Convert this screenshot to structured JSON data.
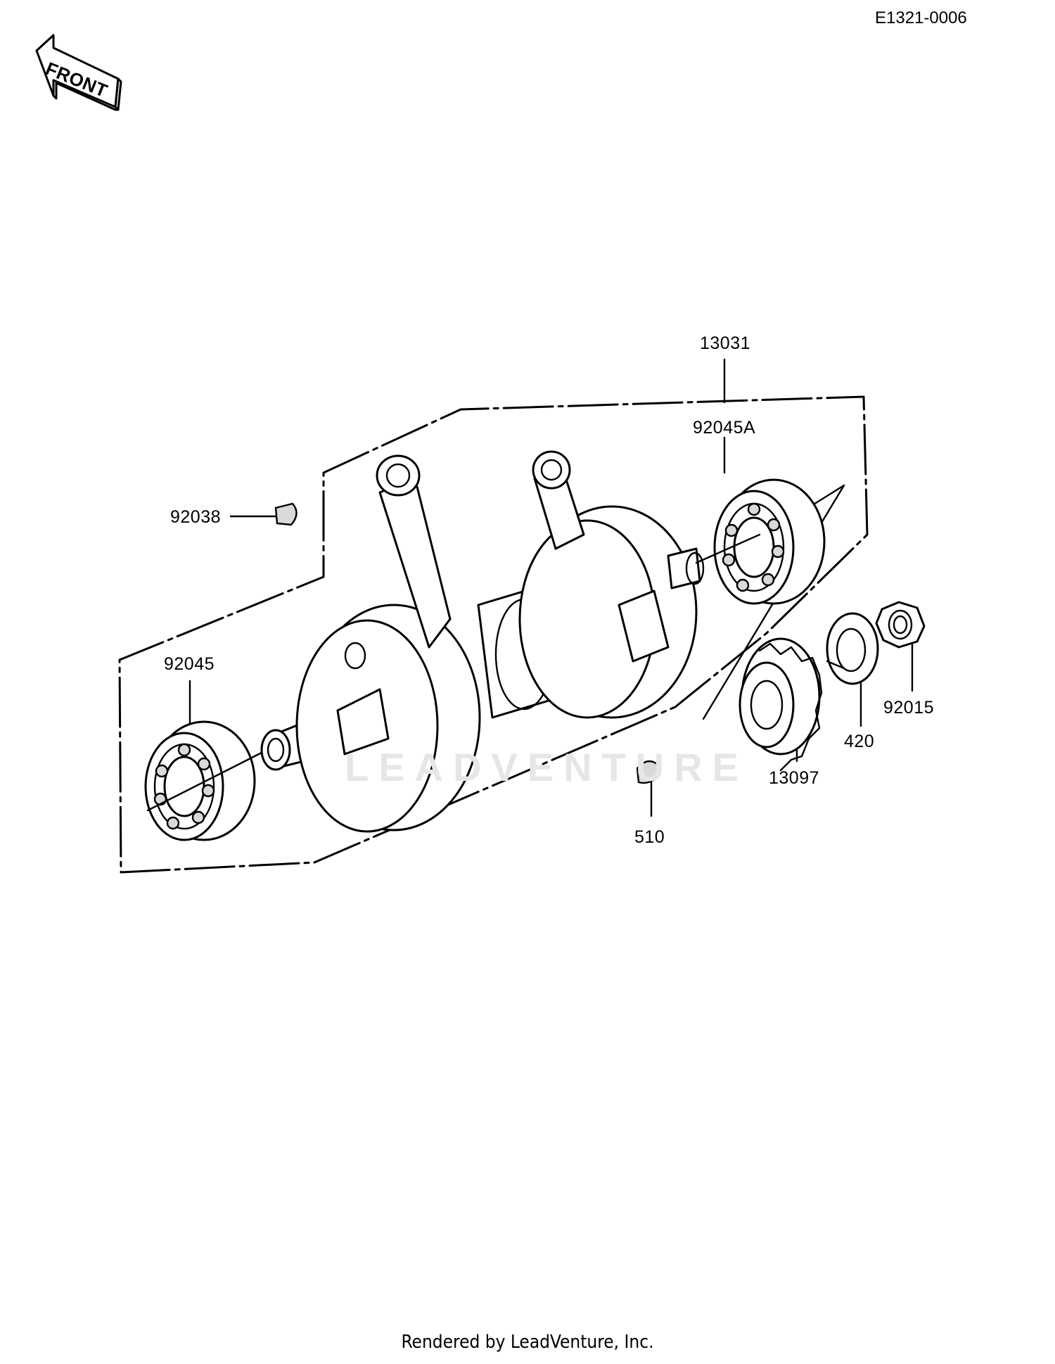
{
  "header": {
    "doc_id": "E1321-0006"
  },
  "front_arrow": {
    "label": "FRONT"
  },
  "parts": [
    {
      "id": "crankshaft-assy",
      "number": "13031"
    },
    {
      "id": "bearing-right",
      "number": "92045A"
    },
    {
      "id": "key-left",
      "number": "92038"
    },
    {
      "id": "bearing-left",
      "number": "92045"
    },
    {
      "id": "nut",
      "number": "92015"
    },
    {
      "id": "washer",
      "number": "420"
    },
    {
      "id": "gear",
      "number": "13097"
    },
    {
      "id": "woodruff-key",
      "number": "510"
    }
  ],
  "watermark": "LEADVENTURE",
  "footer": {
    "text": "Rendered by LeadVenture, Inc."
  }
}
